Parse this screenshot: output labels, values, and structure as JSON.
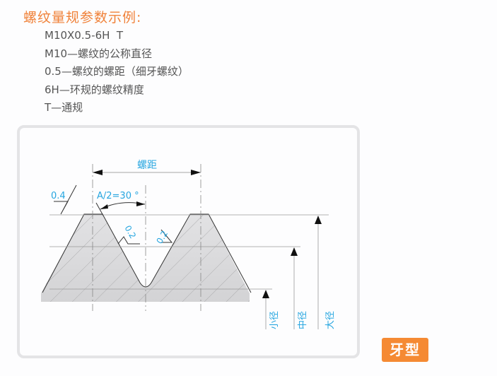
{
  "title": "螺纹量规参数示例:",
  "example_lines": [
    "M10X0.5-6H  T",
    "M10—螺纹的公称直径",
    "0.5—螺纹的螺距（细牙螺纹）",
    "6H—环规的螺纹精度",
    "T—通规"
  ],
  "diagram": {
    "pitch_label": "螺距",
    "angle_label": "A/2=30 °",
    "roughness_crest": "0.4",
    "roughness_flank_left": "0.2",
    "roughness_flank_right": "0.2",
    "minor_diameter": "小径",
    "pitch_diameter": "中径",
    "major_diameter": "大径"
  },
  "badge": "牙型",
  "colors": {
    "title": "#f0823a",
    "label_blue": "#27a6e0",
    "badge_bg": "#f58a33"
  }
}
